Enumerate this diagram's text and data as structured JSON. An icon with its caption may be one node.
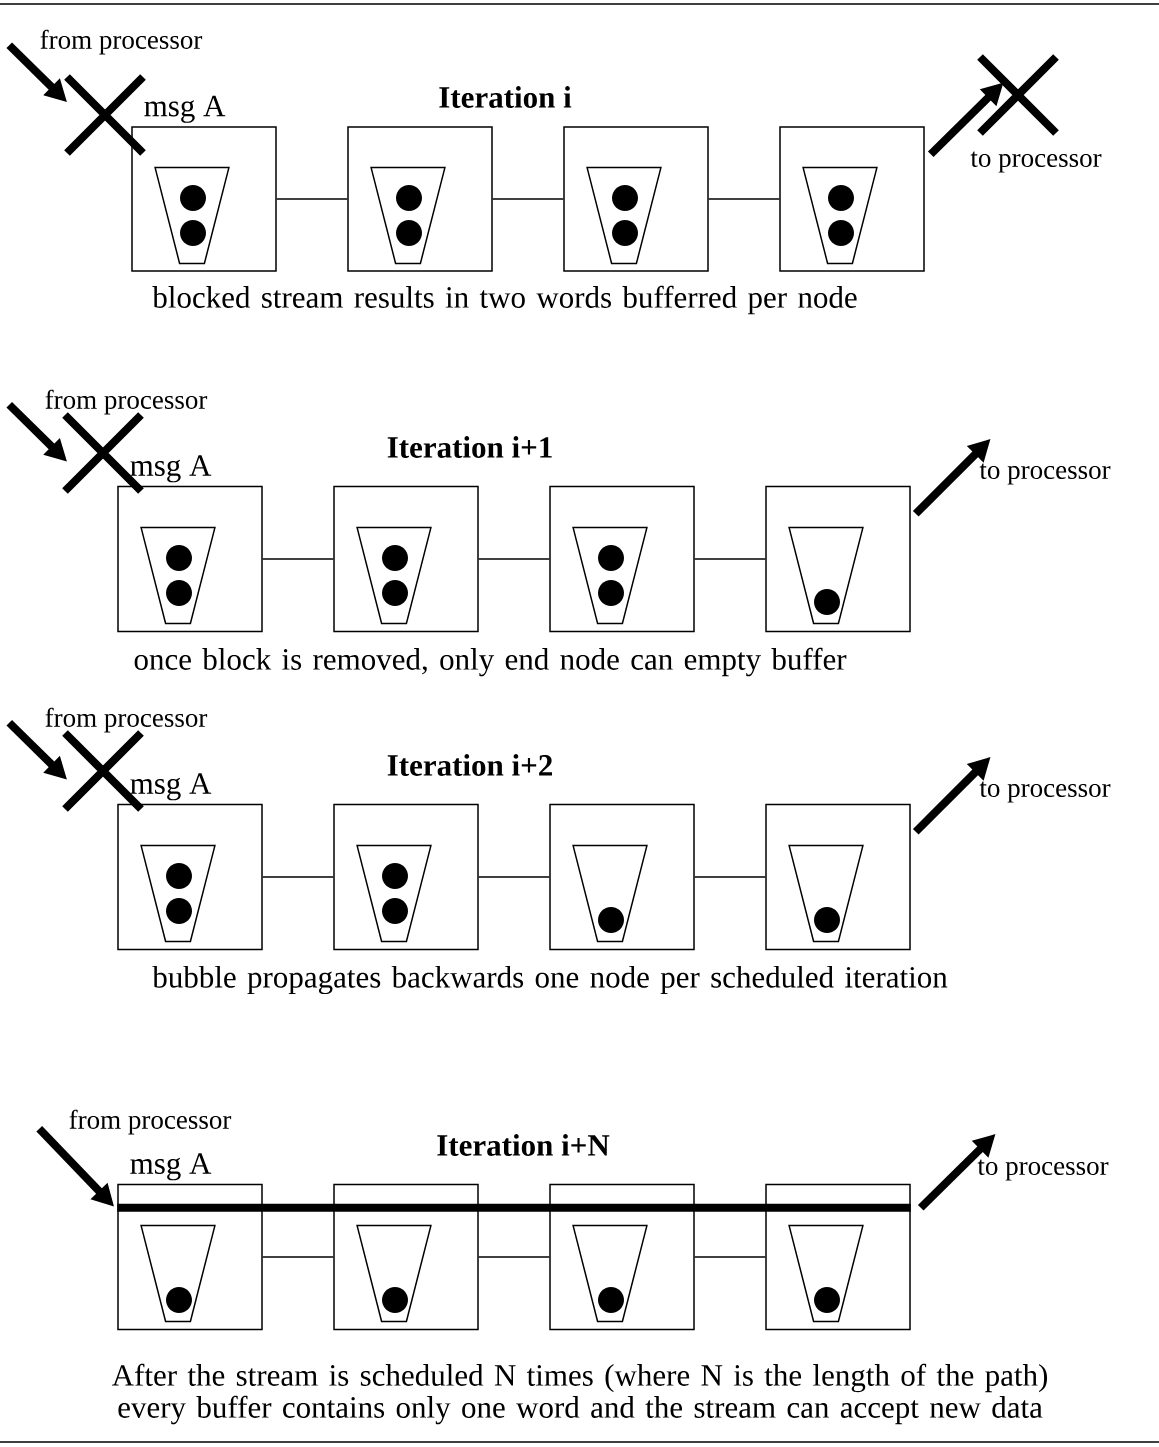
{
  "diagram": {
    "nodes": [
      {
        "text": [
          "msg A"
        ]
      },
      {
        "text": [],
        "shape": "trapezoid",
        "in": 0
      },
      {
        "text": [],
        "shape": "circle",
        "in": 1
      },
      {
        "text": [],
        "shape": "circle",
        "in": 1
      },
      {
        "text": [],
        "shape": "box"
      },
      {
        "text": [],
        "shape": "trapezoid",
        "in": 4
      },
      {
        "text": [],
        "shape": "circle",
        "in": 5
      },
      {
        "text": [],
        "shape": "circle",
        "in": 5
      },
      {
        "text": [],
        "shape": "box"
      },
      {
        "text": [],
        "shape": "trapezoid",
        "in": 8
      },
      {
        "text": [],
        "shape": "circle",
        "in": 9
      },
      {
        "text": [],
        "shape": "circle",
        "in": 9
      },
      {
        "text": [],
        "shape": "box"
      },
      {
        "text": [],
        "shape": "trapezoid",
        "in": 12
      },
      {
        "text": [],
        "shape": "circle",
        "in": 13
      },
      {
        "text": [],
        "shape": "circle",
        "in": 13
      },
      {
        "text": [
          "msg A"
        ]
      },
      {
        "text": [],
        "shape": "trapezoid",
        "in": 16
      },
      {
        "text": [],
        "shape": "circle",
        "in": 17
      },
      {
        "text": [],
        "shape": "circle",
        "in": 17
      },
      {
        "text": [],
        "shape": "box"
      },
      {
        "text": [],
        "shape": "trapezoid",
        "in": 20
      },
      {
        "text": [],
        "shape": "circle",
        "in": 21
      },
      {
        "text": [],
        "shape": "circle",
        "in": 21
      },
      {
        "text": [],
        "shape": "box"
      },
      {
        "text": [],
        "shape": "trapezoid",
        "in": 24
      },
      {
        "text": [],
        "shape": "circle",
        "in": 25
      },
      {
        "text": [],
        "shape": "circle",
        "in": 25
      },
      {
        "text": [],
        "shape": "box"
      },
      {
        "text": [],
        "shape": "trapezoid",
        "in": 28
      },
      {
        "text": [],
        "shape": "circle",
        "in": 29
      },
      {
        "text": [
          "msg A"
        ]
      },
      {
        "text": [],
        "shape": "trapezoid",
        "in": 31
      },
      {
        "text": [],
        "shape": "circle",
        "in": 32
      },
      {
        "text": [],
        "shape": "circle",
        "in": 32
      },
      {
        "text": [],
        "shape": "box"
      },
      {
        "text": [],
        "shape": "trapezoid",
        "in": 35
      },
      {
        "text": [],
        "shape": "circle",
        "in": 36
      },
      {
        "text": [],
        "shape": "circle",
        "in": 36
      },
      {
        "text": [],
        "shape": "box"
      },
      {
        "text": [],
        "shape": "trapezoid",
        "in": 39
      },
      {
        "text": [],
        "shape": "circle",
        "in": 40
      },
      {
        "text": [],
        "shape": "box"
      },
      {
        "text": [],
        "shape": "trapezoid",
        "in": 42
      },
      {
        "text": [],
        "shape": "circle",
        "in": 43
      },
      {
        "text": [
          "msg A"
        ]
      },
      {
        "text": [],
        "shape": "trapezoid",
        "in": 45
      },
      {
        "text": [],
        "shape": "circle",
        "in": 46
      },
      {
        "text": [],
        "shape": "box"
      },
      {
        "text": [],
        "shape": "trapezoid",
        "in": 48
      },
      {
        "text": [],
        "shape": "circle",
        "in": 49
      },
      {
        "text": [],
        "shape": "box"
      },
      {
        "text": [],
        "shape": "trapezoid",
        "in": 51
      },
      {
        "text": [],
        "shape": "circle",
        "in": 52
      },
      {
        "text": [],
        "shape": "box"
      },
      {
        "text": [],
        "shape": "trapezoid",
        "in": 54
      },
      {
        "text": [],
        "shape": "circle",
        "in": 55
      }
    ],
    "edges": [
      {
        "from": null,
        "to": 0,
        "arrow": "to",
        "label": "from processor",
        "style": "thick"
      },
      {
        "from": 0,
        "to": 4,
        "arrow": "none"
      },
      {
        "from": 4,
        "to": 8,
        "arrow": "none"
      },
      {
        "from": 8,
        "to": 12,
        "arrow": "none"
      },
      {
        "from": 12,
        "to": null,
        "arrow": "to",
        "label": "to processor",
        "style": "thick"
      },
      {
        "from": null,
        "to": 16,
        "arrow": "to",
        "label": "from processor",
        "style": "thick"
      },
      {
        "from": 16,
        "to": 20,
        "arrow": "none"
      },
      {
        "from": 20,
        "to": 24,
        "arrow": "none"
      },
      {
        "from": 24,
        "to": 28,
        "arrow": "none"
      },
      {
        "from": 28,
        "to": null,
        "arrow": "to",
        "label": "to processor",
        "style": "thick"
      },
      {
        "from": null,
        "to": 31,
        "arrow": "to",
        "label": "from processor",
        "style": "thick"
      },
      {
        "from": 31,
        "to": 35,
        "arrow": "none"
      },
      {
        "from": 35,
        "to": 39,
        "arrow": "none"
      },
      {
        "from": 39,
        "to": 42,
        "arrow": "none"
      },
      {
        "from": 42,
        "to": null,
        "arrow": "to",
        "label": "to processor",
        "style": "thick"
      },
      {
        "from": null,
        "to": 45,
        "arrow": "to",
        "label": "from processor",
        "style": "thick"
      },
      {
        "from": 45,
        "to": 48,
        "arrow": "none"
      },
      {
        "from": 48,
        "to": 51,
        "arrow": "none"
      },
      {
        "from": 51,
        "to": 54,
        "arrow": "none"
      },
      {
        "from": 45,
        "to": 54,
        "arrow": "none",
        "style": "thick"
      },
      {
        "from": 54,
        "to": null,
        "arrow": "to",
        "label": "to processor",
        "style": "thick"
      }
    ],
    "labels": [
      "Iteration i",
      "blocked stream results in two words bufferred per node",
      "Iteration i+1",
      "once block is removed, only end node can empty buffer",
      "Iteration i+2",
      "bubble propagates backwards one node per scheduled iteration",
      "Iteration i+N",
      "After the stream is scheduled N times (where N is the length of the path) every buffer contains only one word and the stream can accept new data"
    ]
  }
}
